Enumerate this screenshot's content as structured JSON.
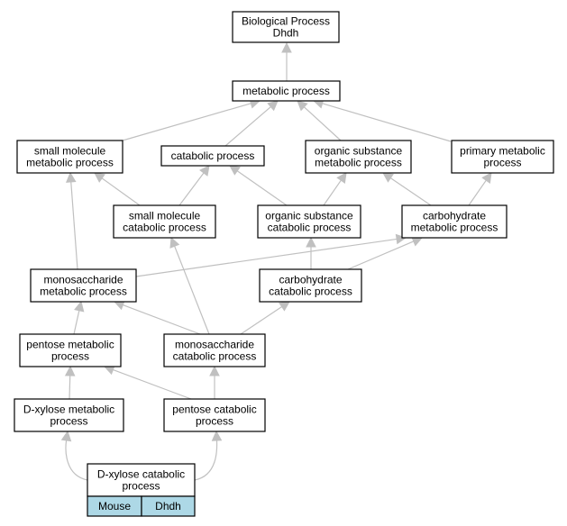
{
  "colors": {
    "node_fill": "#ffffff",
    "node_border": "#000000",
    "edge": "#c0c0c0",
    "annotation_fill": "#add8e6"
  },
  "nodes": {
    "root": [
      "Biological Process",
      "Dhdh"
    ],
    "metabolic": [
      "metabolic process"
    ],
    "small_met": [
      "small molecule",
      "metabolic process"
    ],
    "catabolic": [
      "catabolic process"
    ],
    "org_met": [
      "organic substance",
      "metabolic process"
    ],
    "primary_met": [
      "primary metabolic",
      "process"
    ],
    "small_cat": [
      "small molecule",
      "catabolic process"
    ],
    "org_cat": [
      "organic substance",
      "catabolic process"
    ],
    "carb_met": [
      "carbohydrate",
      "metabolic process"
    ],
    "mono_met": [
      "monosaccharide",
      "metabolic process"
    ],
    "carb_cat": [
      "carbohydrate",
      "catabolic process"
    ],
    "pent_met": [
      "pentose metabolic",
      "process"
    ],
    "mono_cat": [
      "monosaccharide",
      "catabolic process"
    ],
    "xyl_met": [
      "D-xylose metabolic",
      "process"
    ],
    "pent_cat": [
      "pentose catabolic",
      "process"
    ],
    "xyl_cat": [
      "D-xylose catabolic",
      "process"
    ]
  },
  "annotation": {
    "organism": "Mouse",
    "gene": "Dhdh"
  }
}
